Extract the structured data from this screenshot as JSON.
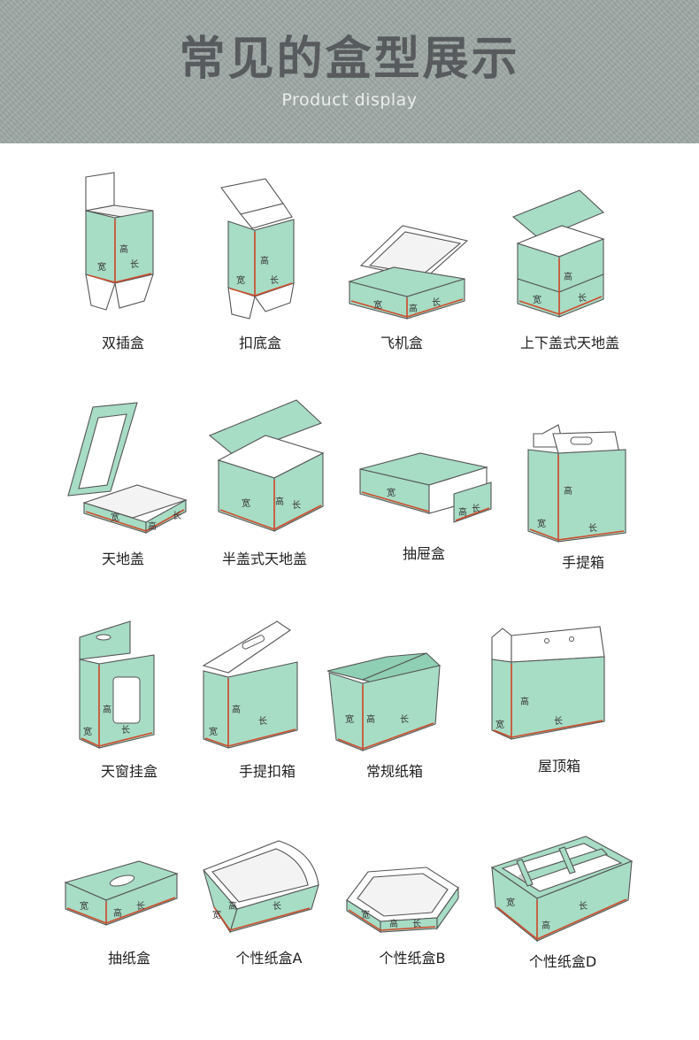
{
  "header": {
    "title": "常见的盒型展示",
    "subtitle": "Product display"
  },
  "dimension_labels": {
    "height": "高",
    "width": "宽",
    "length": "长"
  },
  "boxes": [
    {
      "label": "双插盒",
      "icon": "double-tuck-box-icon"
    },
    {
      "label": "扣底盒",
      "icon": "snap-lock-bottom-box-icon"
    },
    {
      "label": "飞机盒",
      "icon": "mailer-box-icon"
    },
    {
      "label": "上下盖式天地盖",
      "icon": "lid-base-box-icon"
    },
    {
      "label": "天地盖",
      "icon": "flat-lid-box-icon"
    },
    {
      "label": "半盖式天地盖",
      "icon": "half-lid-box-icon"
    },
    {
      "label": "抽屉盒",
      "icon": "drawer-box-icon"
    },
    {
      "label": "手提箱",
      "icon": "handle-box-icon"
    },
    {
      "label": "天窗挂盒",
      "icon": "window-hanging-box-icon"
    },
    {
      "label": "手提扣箱",
      "icon": "handle-lock-box-icon"
    },
    {
      "label": "常规纸箱",
      "icon": "regular-carton-icon"
    },
    {
      "label": "屋顶箱",
      "icon": "roof-box-icon"
    },
    {
      "label": "抽纸盒",
      "icon": "tissue-box-icon"
    },
    {
      "label": "个性纸盒A",
      "icon": "custom-box-a-icon"
    },
    {
      "label": "个性纸盒B",
      "icon": "custom-box-b-icon"
    },
    {
      "label": "个性纸盒D",
      "icon": "custom-box-d-icon"
    }
  ]
}
